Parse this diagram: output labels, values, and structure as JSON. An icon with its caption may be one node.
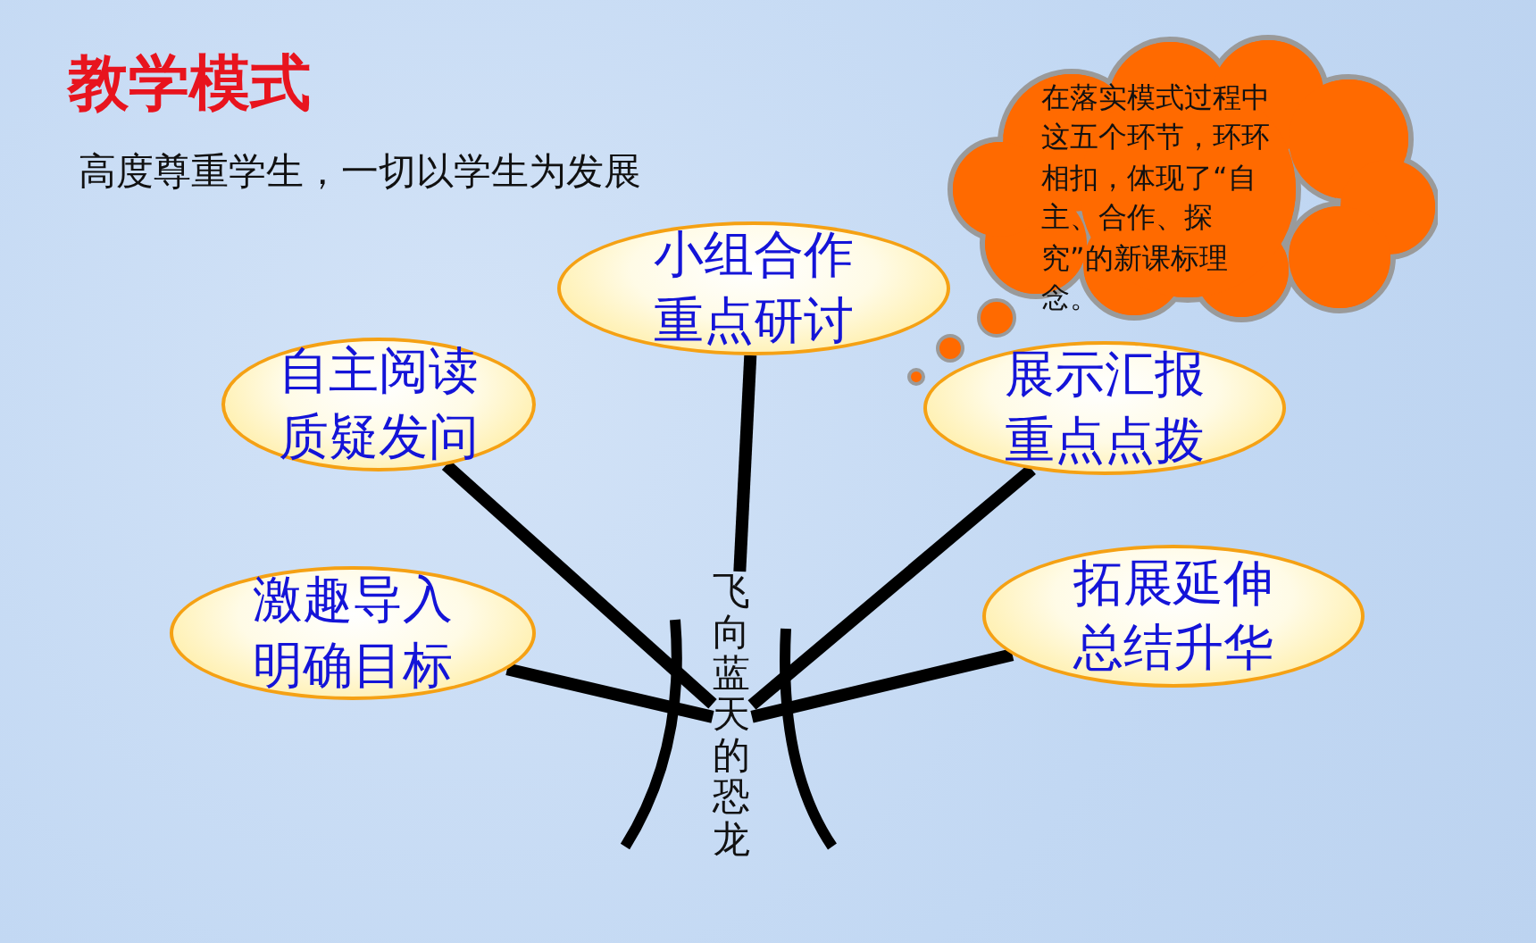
{
  "diagram": {
    "title": "教学模式",
    "nodes": [
      {
        "text": [
          "自主阅读质疑发问"
        ]
      },
      {
        "text": [
          "小组合作重点研讨"
        ]
      },
      {
        "text": [
          "展示汇报重点点拨"
        ]
      },
      {
        "text": [
          "激趣导入明确目标"
        ]
      },
      {
        "text": [
          "拓展延伸总结升华"
        ]
      },
      {
        "text": [
          "在落实模式过程中这五个环节，环环相扣，体现了“自主、合作、探究”的新课标理念。"
        ]
      },
      {
        "text": [
          "飞向蓝天的恐龙"
        ]
      }
    ],
    "edges": [
      {
        "from": 6,
        "to": 0,
        "arrow": "none"
      },
      {
        "from": 6,
        "to": 1,
        "arrow": "none"
      },
      {
        "from": 6,
        "to": 2,
        "arrow": "none"
      },
      {
        "from": 6,
        "to": 3,
        "arrow": "none"
      },
      {
        "from": 6,
        "to": 4,
        "arrow": "none"
      }
    ],
    "labels": [
      "高度尊重学生，一切以学生为发展"
    ]
  }
}
